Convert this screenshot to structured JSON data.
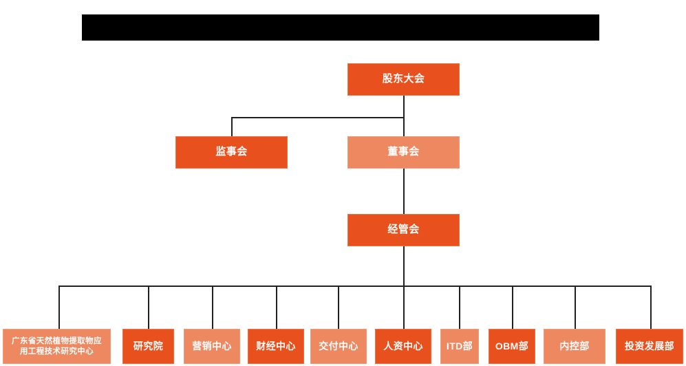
{
  "page": {
    "title_bar": {
      "name": "redacted-title-bar",
      "text": "",
      "redacted": true,
      "color": "#000000"
    },
    "background_color": "#ffffff",
    "connector_color": "#231f20"
  },
  "colors": {
    "dark_orange": "#E8511D",
    "light_orange": "#ED8860",
    "text": "#ffffff"
  },
  "org_chart": {
    "type": "org-chart",
    "levels": [
      {
        "level": 1,
        "nodes": [
          {
            "id": "shareholders",
            "label": "股东大会",
            "color": "dark"
          }
        ]
      },
      {
        "level": 2,
        "nodes": [
          {
            "id": "supervisors",
            "label": "监事会",
            "color": "dark"
          },
          {
            "id": "directors",
            "label": "董事会",
            "color": "light"
          }
        ]
      },
      {
        "level": 3,
        "nodes": [
          {
            "id": "management",
            "label": "经管会",
            "color": "dark"
          }
        ]
      },
      {
        "level": 4,
        "nodes": [
          {
            "id": "gd-research-center",
            "label": "广东省天然植物提取物应用工程技术研究中心",
            "label_line1": "广东省天然植物提取物应",
            "label_line2": "用工程技术研究中心",
            "color": "light"
          },
          {
            "id": "research-institute",
            "label": "研究院",
            "color": "dark"
          },
          {
            "id": "marketing-center",
            "label": "营销中心",
            "color": "light"
          },
          {
            "id": "finance-center",
            "label": "财经中心",
            "color": "dark"
          },
          {
            "id": "delivery-center",
            "label": "交付中心",
            "color": "light"
          },
          {
            "id": "hr-center",
            "label": "人资中心",
            "color": "dark"
          },
          {
            "id": "itd-dept",
            "label": "ITD部",
            "color": "light"
          },
          {
            "id": "obm-dept",
            "label": "OBM部",
            "color": "dark"
          },
          {
            "id": "internal-control-dept",
            "label": "内控部",
            "color": "light"
          },
          {
            "id": "investment-development-dept",
            "label": "投资发展部",
            "color": "dark"
          }
        ]
      }
    ]
  }
}
